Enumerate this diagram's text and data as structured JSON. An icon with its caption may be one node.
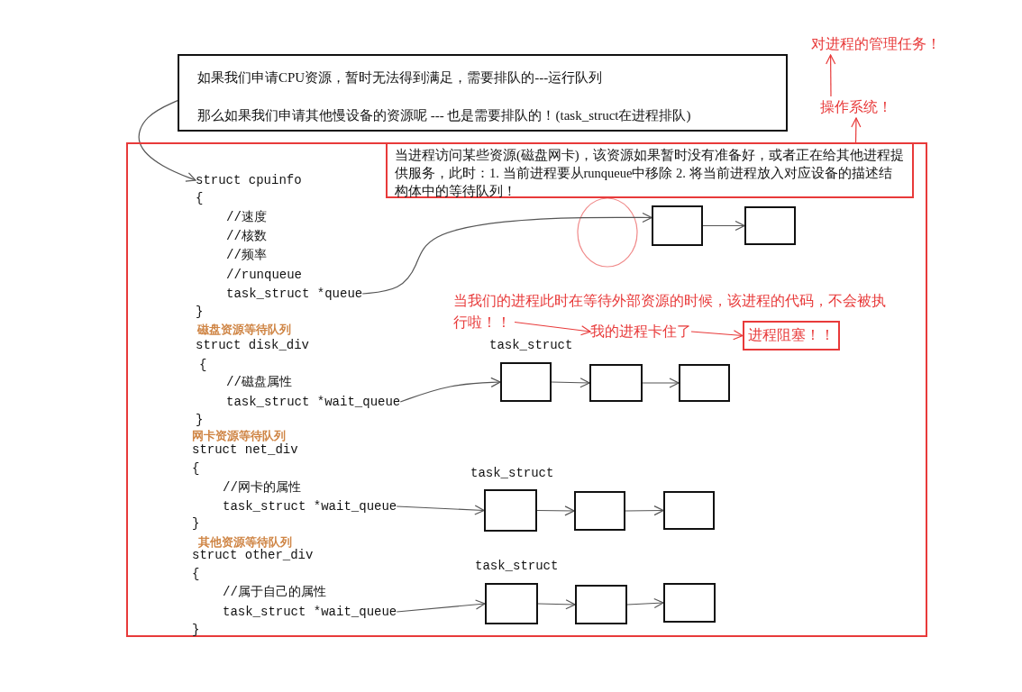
{
  "diagram": {
    "nodes": [
      {
        "text": [
          "如果我们申请CPU资源，暂时无法得到满足，需要排队的---运行队列",
          "那么如果我们申请其他慢设备的资源呢 --- 也是需要排队的！(task_struct在进程排队)"
        ]
      },
      {
        "text": [
          "对进程的管理任务！"
        ]
      },
      {
        "text": [
          "操作系统！"
        ]
      },
      {
        "text": [],
        "shape": "box"
      },
      {
        "text": [
          "当进程访问某些资源(磁盘网卡)，该资源如果暂时没有准备好，或者正在给其他进程提供服务，此时：1. 当前进程要从runqueue中移除 2. 将当前进程放入对应设备的描述结构体中的等待队列！"
        ],
        "in": 3
      },
      {
        "text": [
          "struct cpuinfo"
        ],
        "in": 3
      },
      {
        "text": [
          "task_struct *queue"
        ],
        "in": 3
      },
      {
        "text": [],
        "shape": "box",
        "in": 3
      },
      {
        "text": [],
        "shape": "box",
        "in": 3
      },
      {
        "text": [
          "当我们的进程此时在等待外部资源的时候，该进程的代码，不会被执行啦！！"
        ],
        "in": 3
      },
      {
        "text": [
          "我的进程卡住了"
        ],
        "in": 3
      },
      {
        "text": [
          "进程阻塞！！"
        ],
        "in": 3
      },
      {
        "text": [
          "task_struct *wait_queue"
        ],
        "in": 3
      },
      {
        "text": [],
        "shape": "box",
        "in": 3
      },
      {
        "text": [],
        "shape": "box",
        "in": 3
      },
      {
        "text": [],
        "shape": "box",
        "in": 3
      },
      {
        "text": [
          "task_struct *wait_queue"
        ],
        "in": 3
      },
      {
        "text": [],
        "shape": "box",
        "in": 3
      },
      {
        "text": [],
        "shape": "box",
        "in": 3
      },
      {
        "text": [],
        "shape": "box",
        "in": 3
      },
      {
        "text": [
          "task_struct *wait_queue"
        ],
        "in": 3
      },
      {
        "text": [],
        "shape": "box",
        "in": 3
      },
      {
        "text": [],
        "shape": "box",
        "in": 3
      },
      {
        "text": [],
        "shape": "box",
        "in": 3
      }
    ],
    "edges": [
      {
        "from": 0,
        "to": 5,
        "arrow": "to"
      },
      {
        "from": 4,
        "to": 2,
        "arrow": "to",
        "color": "#e83a3a"
      },
      {
        "from": 2,
        "to": 1,
        "arrow": "to",
        "color": "#e83a3a"
      },
      {
        "from": 6,
        "to": 7,
        "arrow": "to"
      },
      {
        "from": 7,
        "to": 8,
        "arrow": "to"
      },
      {
        "from": 9,
        "to": 10,
        "arrow": "to",
        "color": "#e83a3a"
      },
      {
        "from": 10,
        "to": 11,
        "arrow": "to",
        "color": "#e83a3a"
      },
      {
        "from": 12,
        "to": 13,
        "arrow": "to"
      },
      {
        "from": 13,
        "to": 14,
        "arrow": "to"
      },
      {
        "from": 14,
        "to": 15,
        "arrow": "to"
      },
      {
        "from": 16,
        "to": 17,
        "arrow": "to"
      },
      {
        "from": 17,
        "to": 18,
        "arrow": "to"
      },
      {
        "from": 18,
        "to": 19,
        "arrow": "to"
      },
      {
        "from": 20,
        "to": 21,
        "arrow": "to"
      },
      {
        "from": 21,
        "to": 22,
        "arrow": "to"
      },
      {
        "from": 22,
        "to": 23,
        "arrow": "to"
      }
    ],
    "labels": [
      "{",
      "//速度",
      "//核数",
      "//频率",
      "//runqueue",
      "}",
      "磁盘资源等待队列",
      "struct disk_div",
      "task_struct",
      "{",
      "//磁盘属性",
      "}",
      "网卡资源等待队列",
      "struct net_div",
      "task_struct",
      "{",
      "//网卡的属性",
      "}",
      "其他资源等待队列",
      "struct other_div",
      "task_struct",
      "{",
      "//属于自己的属性",
      "}"
    ]
  }
}
